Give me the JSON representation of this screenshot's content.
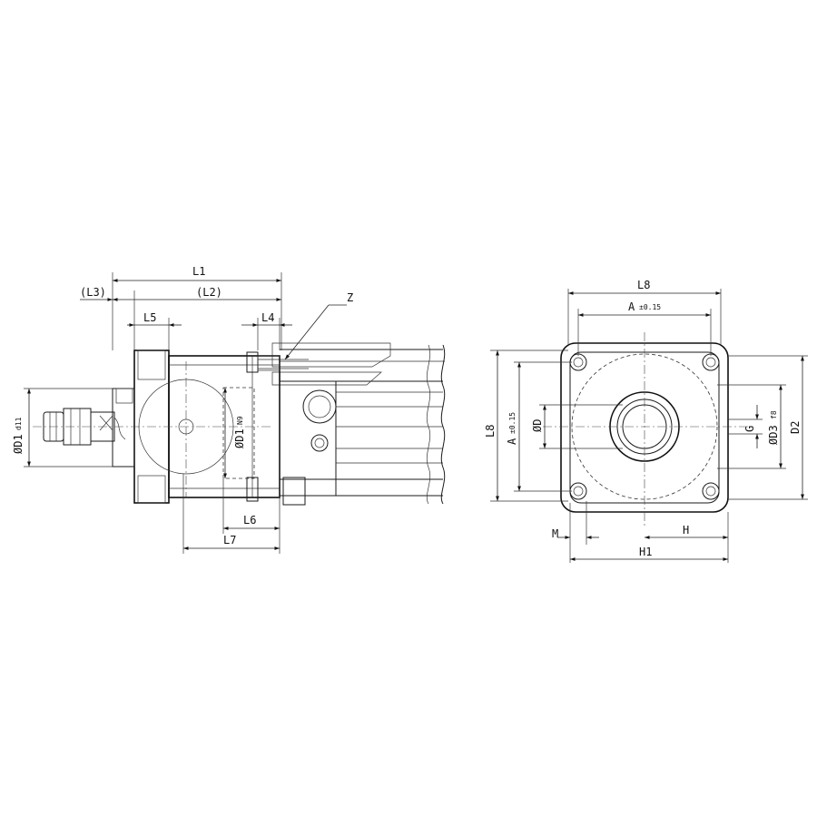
{
  "side_view_dims": {
    "l1": "L1",
    "l3": "(L3)",
    "l2": "(L2)",
    "l5": "L5",
    "l4": "L4",
    "z": "Z",
    "d1d11": "ØD1",
    "d1d11_tol": "d11",
    "d1n9": "ØD1",
    "d1n9_tol": "N9",
    "l6": "L6",
    "l7": "L7"
  },
  "front_view_dims": {
    "l8_top": "L8",
    "a_top": "A",
    "a_top_tol": "±0.15",
    "l8_side": "L8",
    "a_side": "A",
    "a_side_tol": "±0.15",
    "d": "ØD",
    "g": "G",
    "d3": "ØD3",
    "d3_tol": "f8",
    "d2": "D2",
    "m": "M",
    "h": "H",
    "h1": "H1"
  }
}
